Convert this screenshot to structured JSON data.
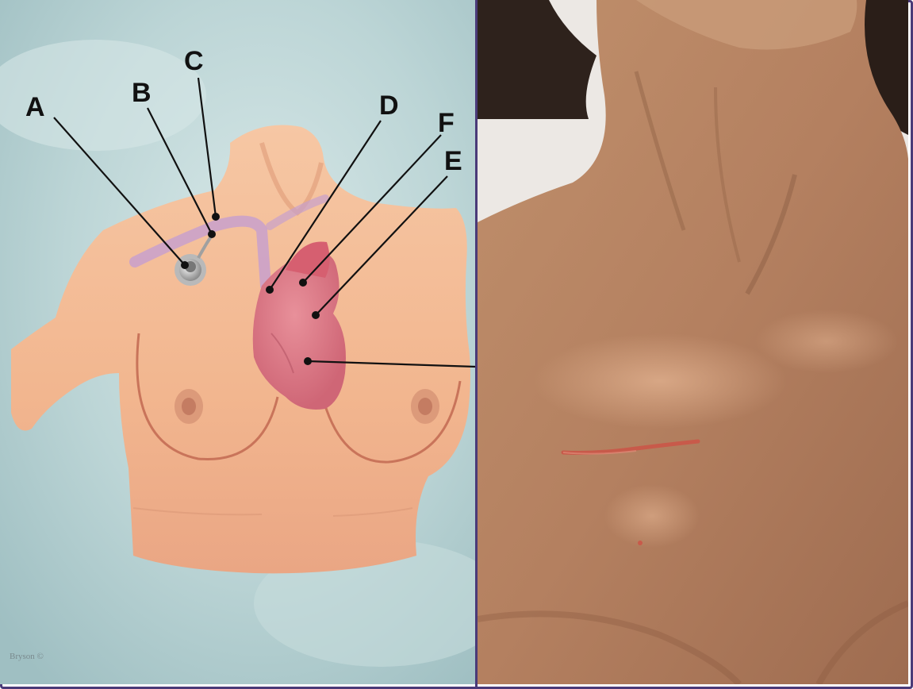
{
  "labels": {
    "A": "A",
    "B": "B",
    "C": "C",
    "D": "D",
    "E": "E",
    "F": "F"
  },
  "credit": "Bryson ©",
  "colors": {
    "frame": "#4a3a78",
    "skin_illustration": "#f0b48e",
    "heart": "#d8707a",
    "catheter": "#c8a0cc",
    "background": "#b6d0d2",
    "skin_photo": "#b88462",
    "scar": "#c85a4a"
  }
}
